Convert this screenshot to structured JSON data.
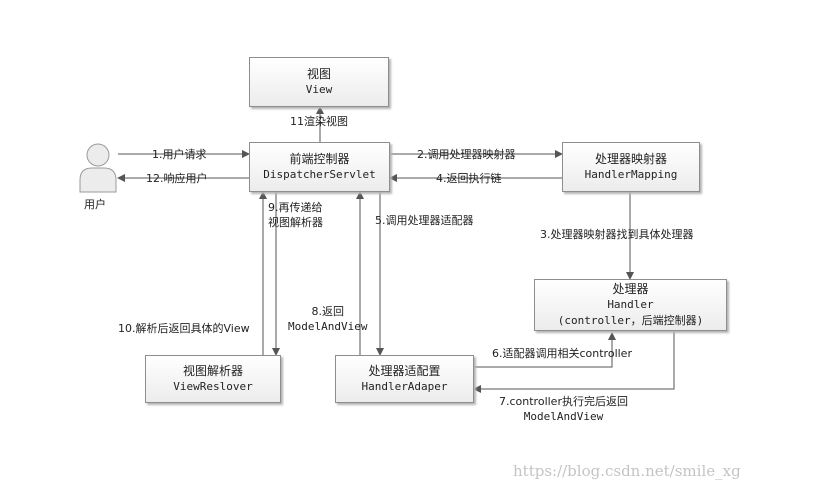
{
  "nodes": {
    "view": {
      "title": "视图",
      "sub": "View"
    },
    "dispatcher": {
      "title": "前端控制器",
      "sub": "DispatcherServlet"
    },
    "mapping": {
      "title": "处理器映射器",
      "sub": "HandlerMapping"
    },
    "handler": {
      "title": "处理器",
      "sub": "Handler",
      "note": "(controller，后端控制器)"
    },
    "adapter": {
      "title": "处理器适配置",
      "sub": "HandlerAdaper"
    },
    "resolver": {
      "title": "视图解析器",
      "sub": "ViewReslover"
    },
    "user": {
      "label": "用户"
    }
  },
  "edges": {
    "e1": "1.用户请求",
    "e2": "2.调用处理器映射器",
    "e3": "3.处理器映射器找到具体处理器",
    "e4": "4.返回执行链",
    "e5": "5.调用处理器适配器",
    "e6": "6.适配器调用相关controller",
    "e7_l1": "7.controller执行完后返回",
    "e7_l2": "ModelAndView",
    "e8_l1": "8.返回",
    "e8_l2": "ModelAndView",
    "e9_l1": "9.再传递给",
    "e9_l2": "视图解析器",
    "e10": "10.解析后返回具体的View",
    "e11": "11渲染视图",
    "e12": "12.响应用户"
  },
  "watermark": "https://blog.csdn.net/smile_xg"
}
